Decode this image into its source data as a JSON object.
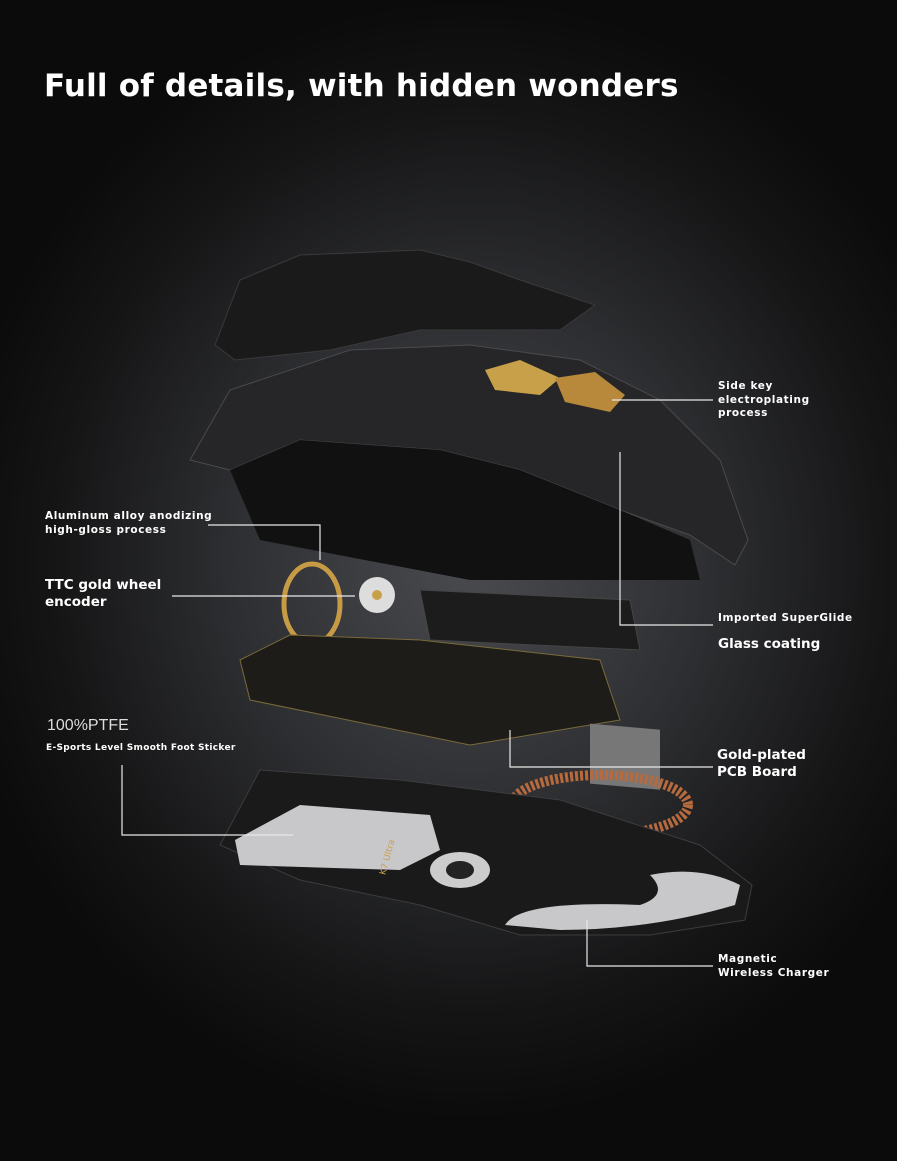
{
  "title": "Full of details, with hidden wonders",
  "labels": {
    "side_key": [
      "Side key",
      "electroplating",
      "process"
    ],
    "aluminum": [
      "Aluminum alloy anodizing",
      "high-gloss process"
    ],
    "ttc": [
      "TTC gold wheel",
      "encoder"
    ],
    "superglide": "Imported SuperGlide",
    "glass": "Glass coating",
    "ptfe": "100%PTFE",
    "ptfe_sub": "E-Sports Level Smooth Foot Sticker",
    "pcb": [
      "Gold-plated",
      "PCB Board"
    ],
    "charger": [
      "Magnetic",
      "Wireless Charger"
    ]
  },
  "product_mark": "K7 Ultra"
}
